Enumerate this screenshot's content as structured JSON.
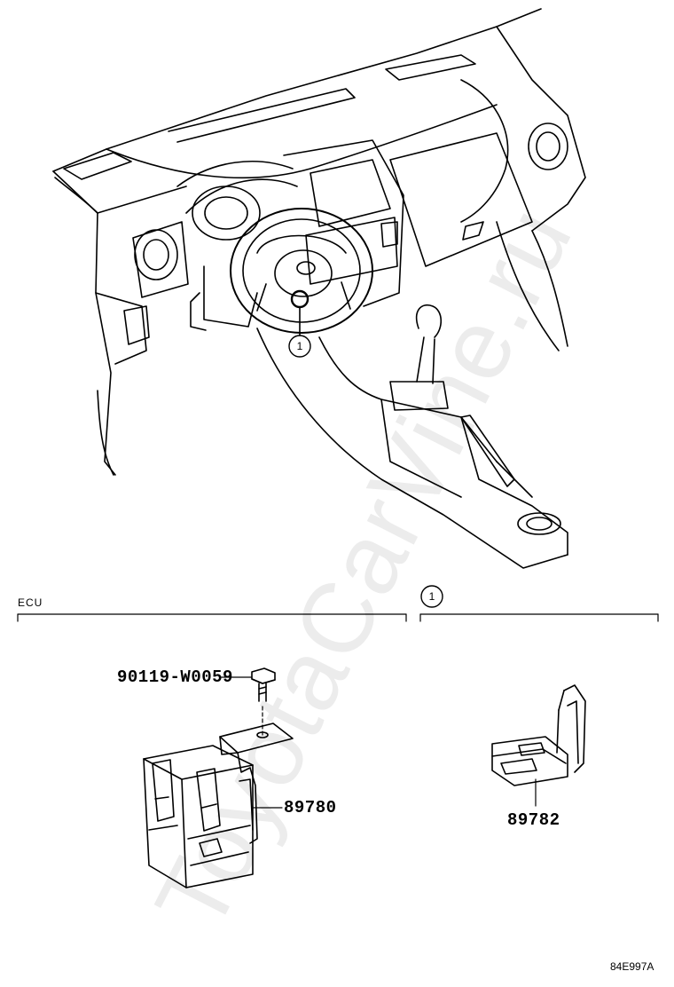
{
  "diagram": {
    "ref_code": "84E997A",
    "watermark": "ToyotaCarVine.ru",
    "callout_number": "1",
    "sections": [
      {
        "label": "ECU"
      },
      {
        "label": "1"
      }
    ],
    "parts": [
      {
        "number": "90119-W0059"
      },
      {
        "number": "89780"
      },
      {
        "number": "89782"
      }
    ]
  }
}
